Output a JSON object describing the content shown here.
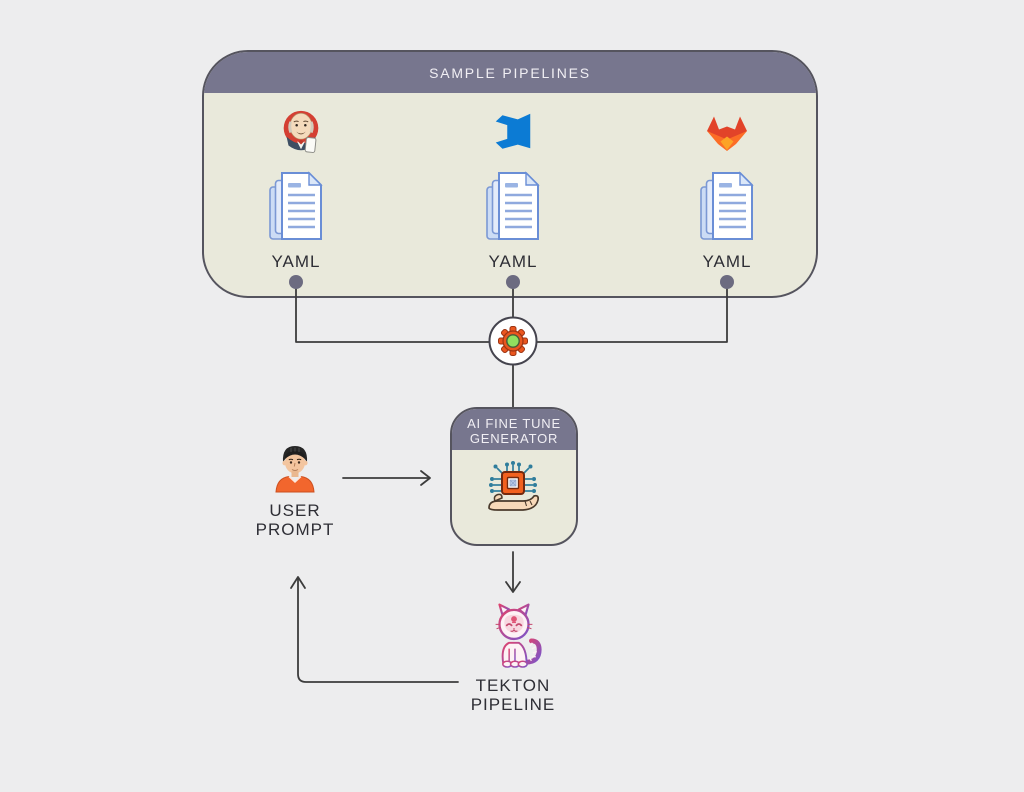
{
  "diagram": {
    "title_panel": {
      "title": "SAMPLE PIPELINES"
    },
    "sources": [
      {
        "name": "Jenkins",
        "icon": "jenkins-icon",
        "doc_label": "YAML"
      },
      {
        "name": "Azure DevOps",
        "icon": "azure-devops-icon",
        "doc_label": "YAML"
      },
      {
        "name": "GitLab",
        "icon": "gitlab-icon",
        "doc_label": "YAML"
      }
    ],
    "merge_node": {
      "icon": "gear-icon"
    },
    "generator": {
      "title": "AI FINE TUNE GENERATOR",
      "icon": "ai-chip-hand-icon"
    },
    "user": {
      "label": "USER PROMPT",
      "icon": "user-avatar-icon"
    },
    "output": {
      "label": "TEKTON PIPELINE",
      "icon": "tekton-cat-icon"
    },
    "colors": {
      "background": "#ededee",
      "panel_body": "#e9e9db",
      "panel_header": "#77768e",
      "connector_line": "#3c3c3c",
      "connector_dot": "#6c6b80",
      "jenkins_red": "#d43f33",
      "azure_blue": "#0c7bd4",
      "gitlab_red": "#e24329",
      "gitlab_orange": "#fc6d26",
      "gitlab_yellow": "#fca326",
      "doc_blue": "#6a8ed6",
      "gear_orange": "#ea561f",
      "gear_green": "#90e05f",
      "chip_orange": "#f2611f",
      "circuit_blue": "#2f7d9c",
      "user_shirt": "#f2662d",
      "tekton_pink": "#e0436d",
      "tekton_purple": "#7a55cb"
    }
  }
}
